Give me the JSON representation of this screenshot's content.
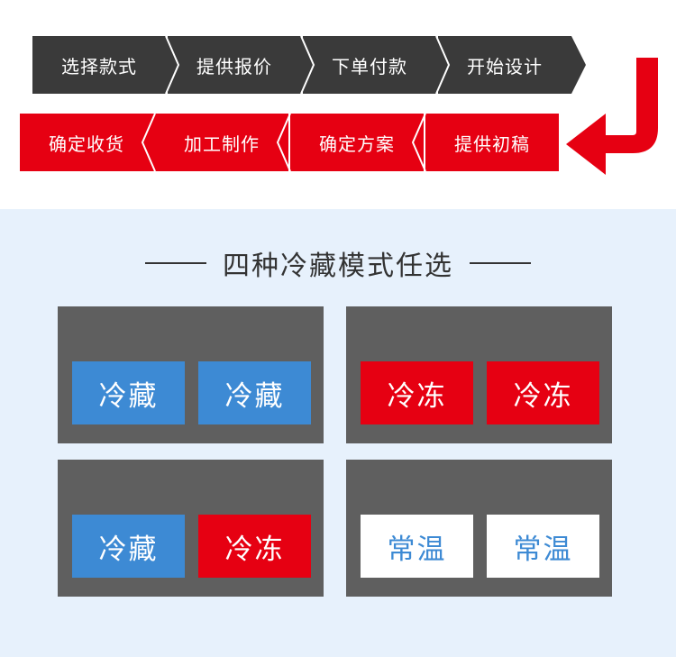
{
  "colors": {
    "dark_step": "#3a3a3a",
    "red_step": "#e60012",
    "blue_tile": "#3d8ad4",
    "panel": "#5f5f5f",
    "section_bg": "#e7f1fc"
  },
  "process": {
    "row1": [
      "选择款式",
      "提供报价",
      "下单付款",
      "开始设计"
    ],
    "row2": [
      "确定收货",
      "加工制作",
      "确定方案",
      "提供初稿"
    ],
    "connector_icon": "curved-arrow-icon"
  },
  "modes": {
    "title": "四种冷藏模式任选",
    "panels": [
      {
        "tiles": [
          {
            "label": "冷藏",
            "style": "blue"
          },
          {
            "label": "冷藏",
            "style": "blue"
          }
        ]
      },
      {
        "tiles": [
          {
            "label": "冷冻",
            "style": "red"
          },
          {
            "label": "冷冻",
            "style": "red"
          }
        ]
      },
      {
        "tiles": [
          {
            "label": "冷藏",
            "style": "blue"
          },
          {
            "label": "冷冻",
            "style": "red"
          }
        ]
      },
      {
        "tiles": [
          {
            "label": "常温",
            "style": "white"
          },
          {
            "label": "常温",
            "style": "white"
          }
        ]
      }
    ]
  }
}
